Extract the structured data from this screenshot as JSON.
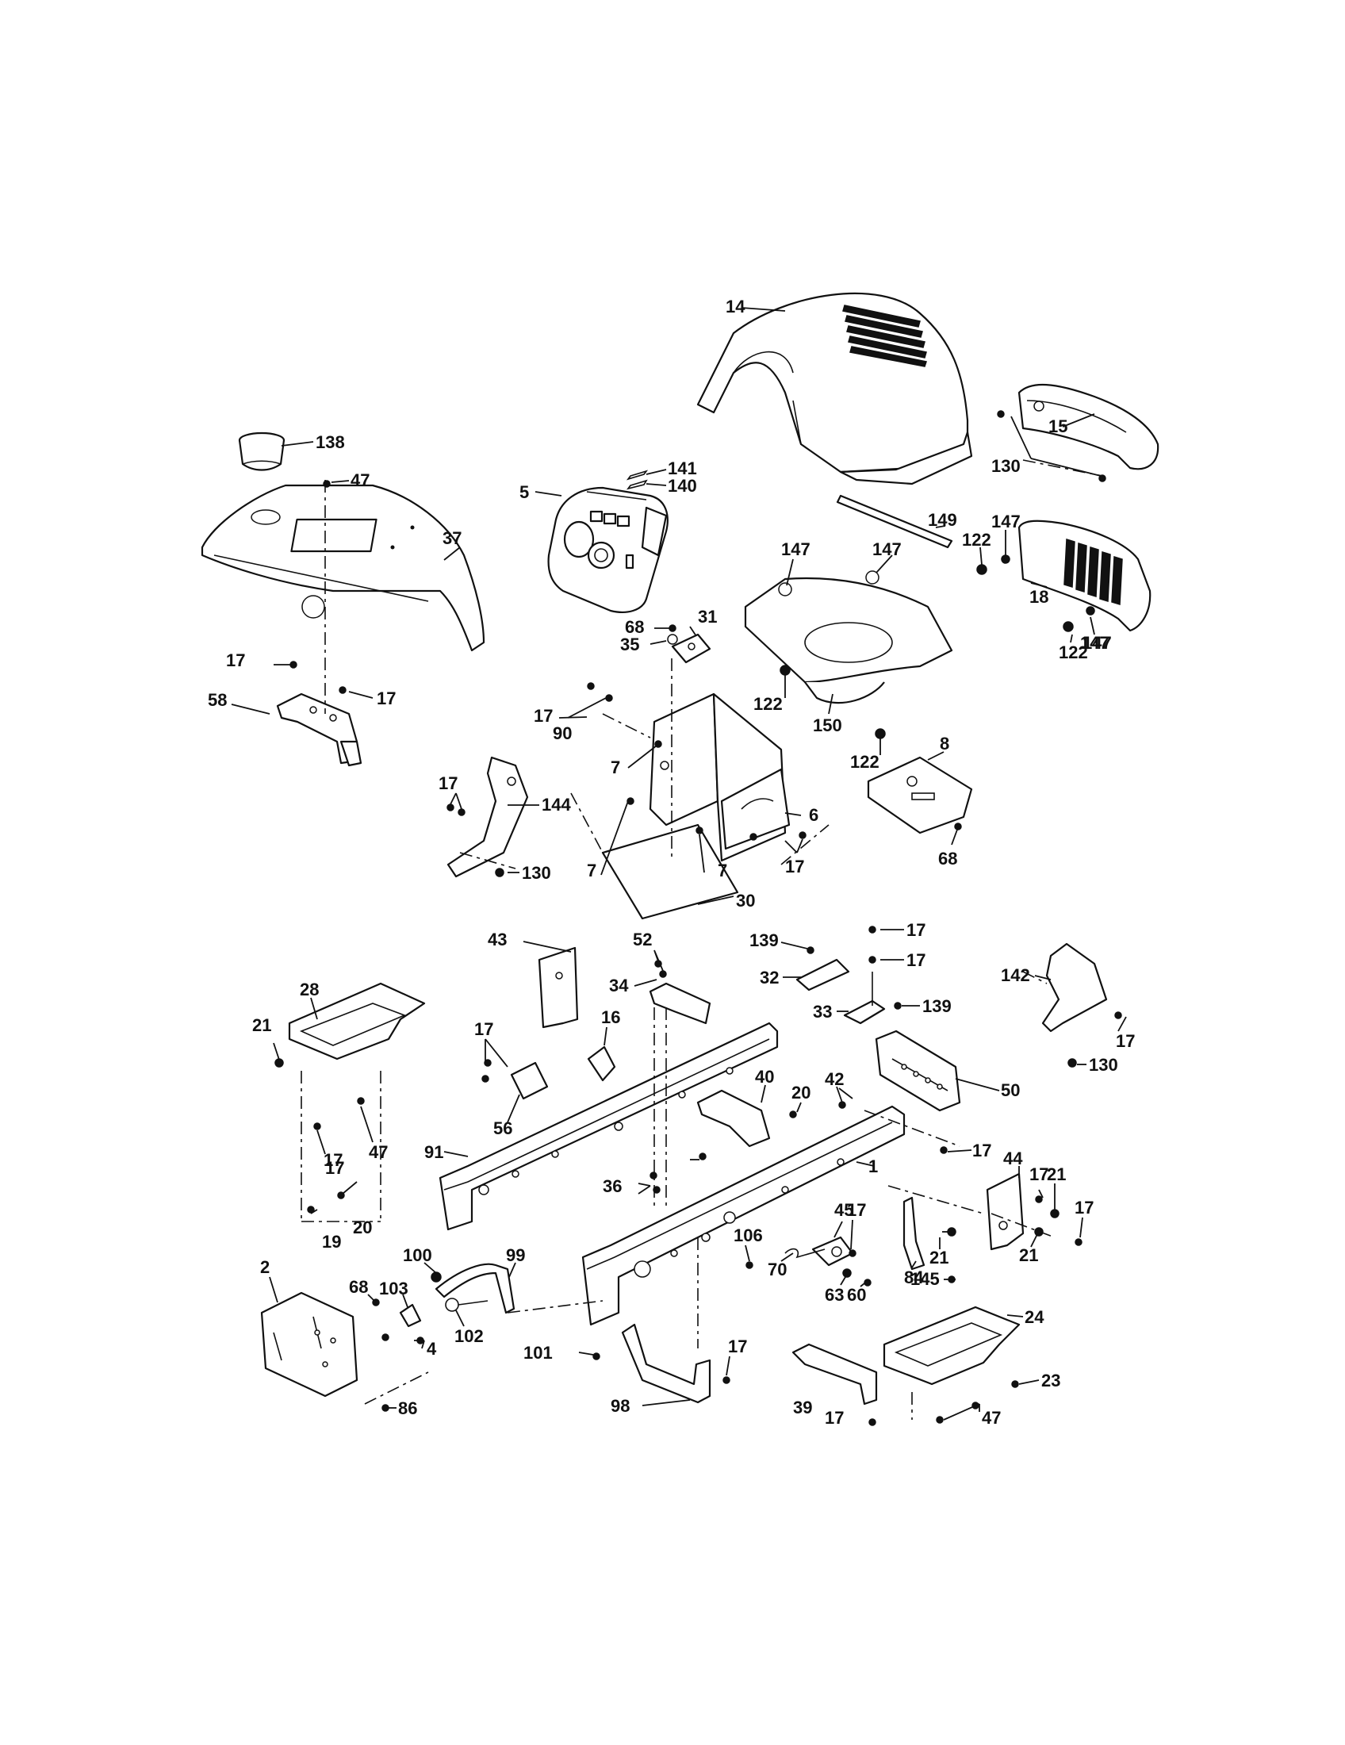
{
  "labels": [
    "14",
    "15",
    "130",
    "138",
    "47",
    "37",
    "5",
    "141",
    "140",
    "149",
    "147",
    "147",
    "122",
    "147",
    "147",
    "18",
    "122",
    "147",
    "68",
    "31",
    "35",
    "17",
    "17",
    "58",
    "17",
    "90",
    "122",
    "150",
    "122",
    "8",
    "7",
    "6",
    "7",
    "7",
    "17",
    "30",
    "68",
    "17",
    "144",
    "130",
    "43",
    "52",
    "34",
    "139",
    "17",
    "17",
    "32",
    "33",
    "139",
    "142",
    "17",
    "130",
    "28",
    "21",
    "17",
    "16",
    "56",
    "91",
    "40",
    "20",
    "42",
    "50",
    "17",
    "47",
    "17",
    "17",
    "44",
    "17",
    "21",
    "36",
    "1",
    "45",
    "17",
    "21",
    "21",
    "17",
    "20",
    "19",
    "100",
    "99",
    "106",
    "70",
    "63",
    "60",
    "84",
    "2",
    "68",
    "103",
    "4",
    "102",
    "101",
    "17",
    "145",
    "24",
    "23",
    "86",
    "98",
    "39",
    "17",
    "47"
  ]
}
